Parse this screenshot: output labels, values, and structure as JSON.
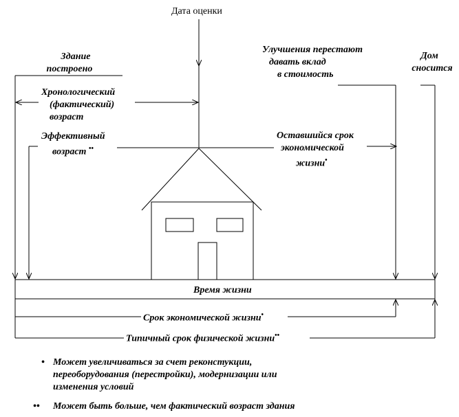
{
  "labels": {
    "valuation_date": "Дата оценки",
    "building_built_1": "Здание",
    "building_built_2": "построено",
    "chrono_age_1": "Хронологический",
    "chrono_age_2": "(фактический)",
    "chrono_age_3": "возраст",
    "effective_age_1": "Эффективный",
    "effective_age_2": "возраст",
    "effective_age_mark": "••",
    "improvements_1": "Улучшения перестают",
    "improvements_2": "давать вклад",
    "improvements_3": "в стоимость",
    "demolished_1": "Дом",
    "demolished_2": "сносится",
    "remaining_1": "Оставшийся срок",
    "remaining_2": "экономической",
    "remaining_3": "жизни",
    "remaining_mark": "•",
    "lifetime": "Время жизни",
    "economic_life": "Срок экономической жизни",
    "economic_life_mark": "•",
    "physical_life": "Типичный срок физической жизни",
    "physical_life_mark": "••"
  },
  "footnotes": [
    {
      "mark": "•",
      "lines": [
        "Может увеличиваться за счет реконстукции,",
        "переоборудования (перестройки), модернизации или",
        "изменения условий"
      ]
    },
    {
      "mark": "••",
      "lines": [
        "Может быть больше, чем фактический возраст здания"
      ]
    }
  ]
}
